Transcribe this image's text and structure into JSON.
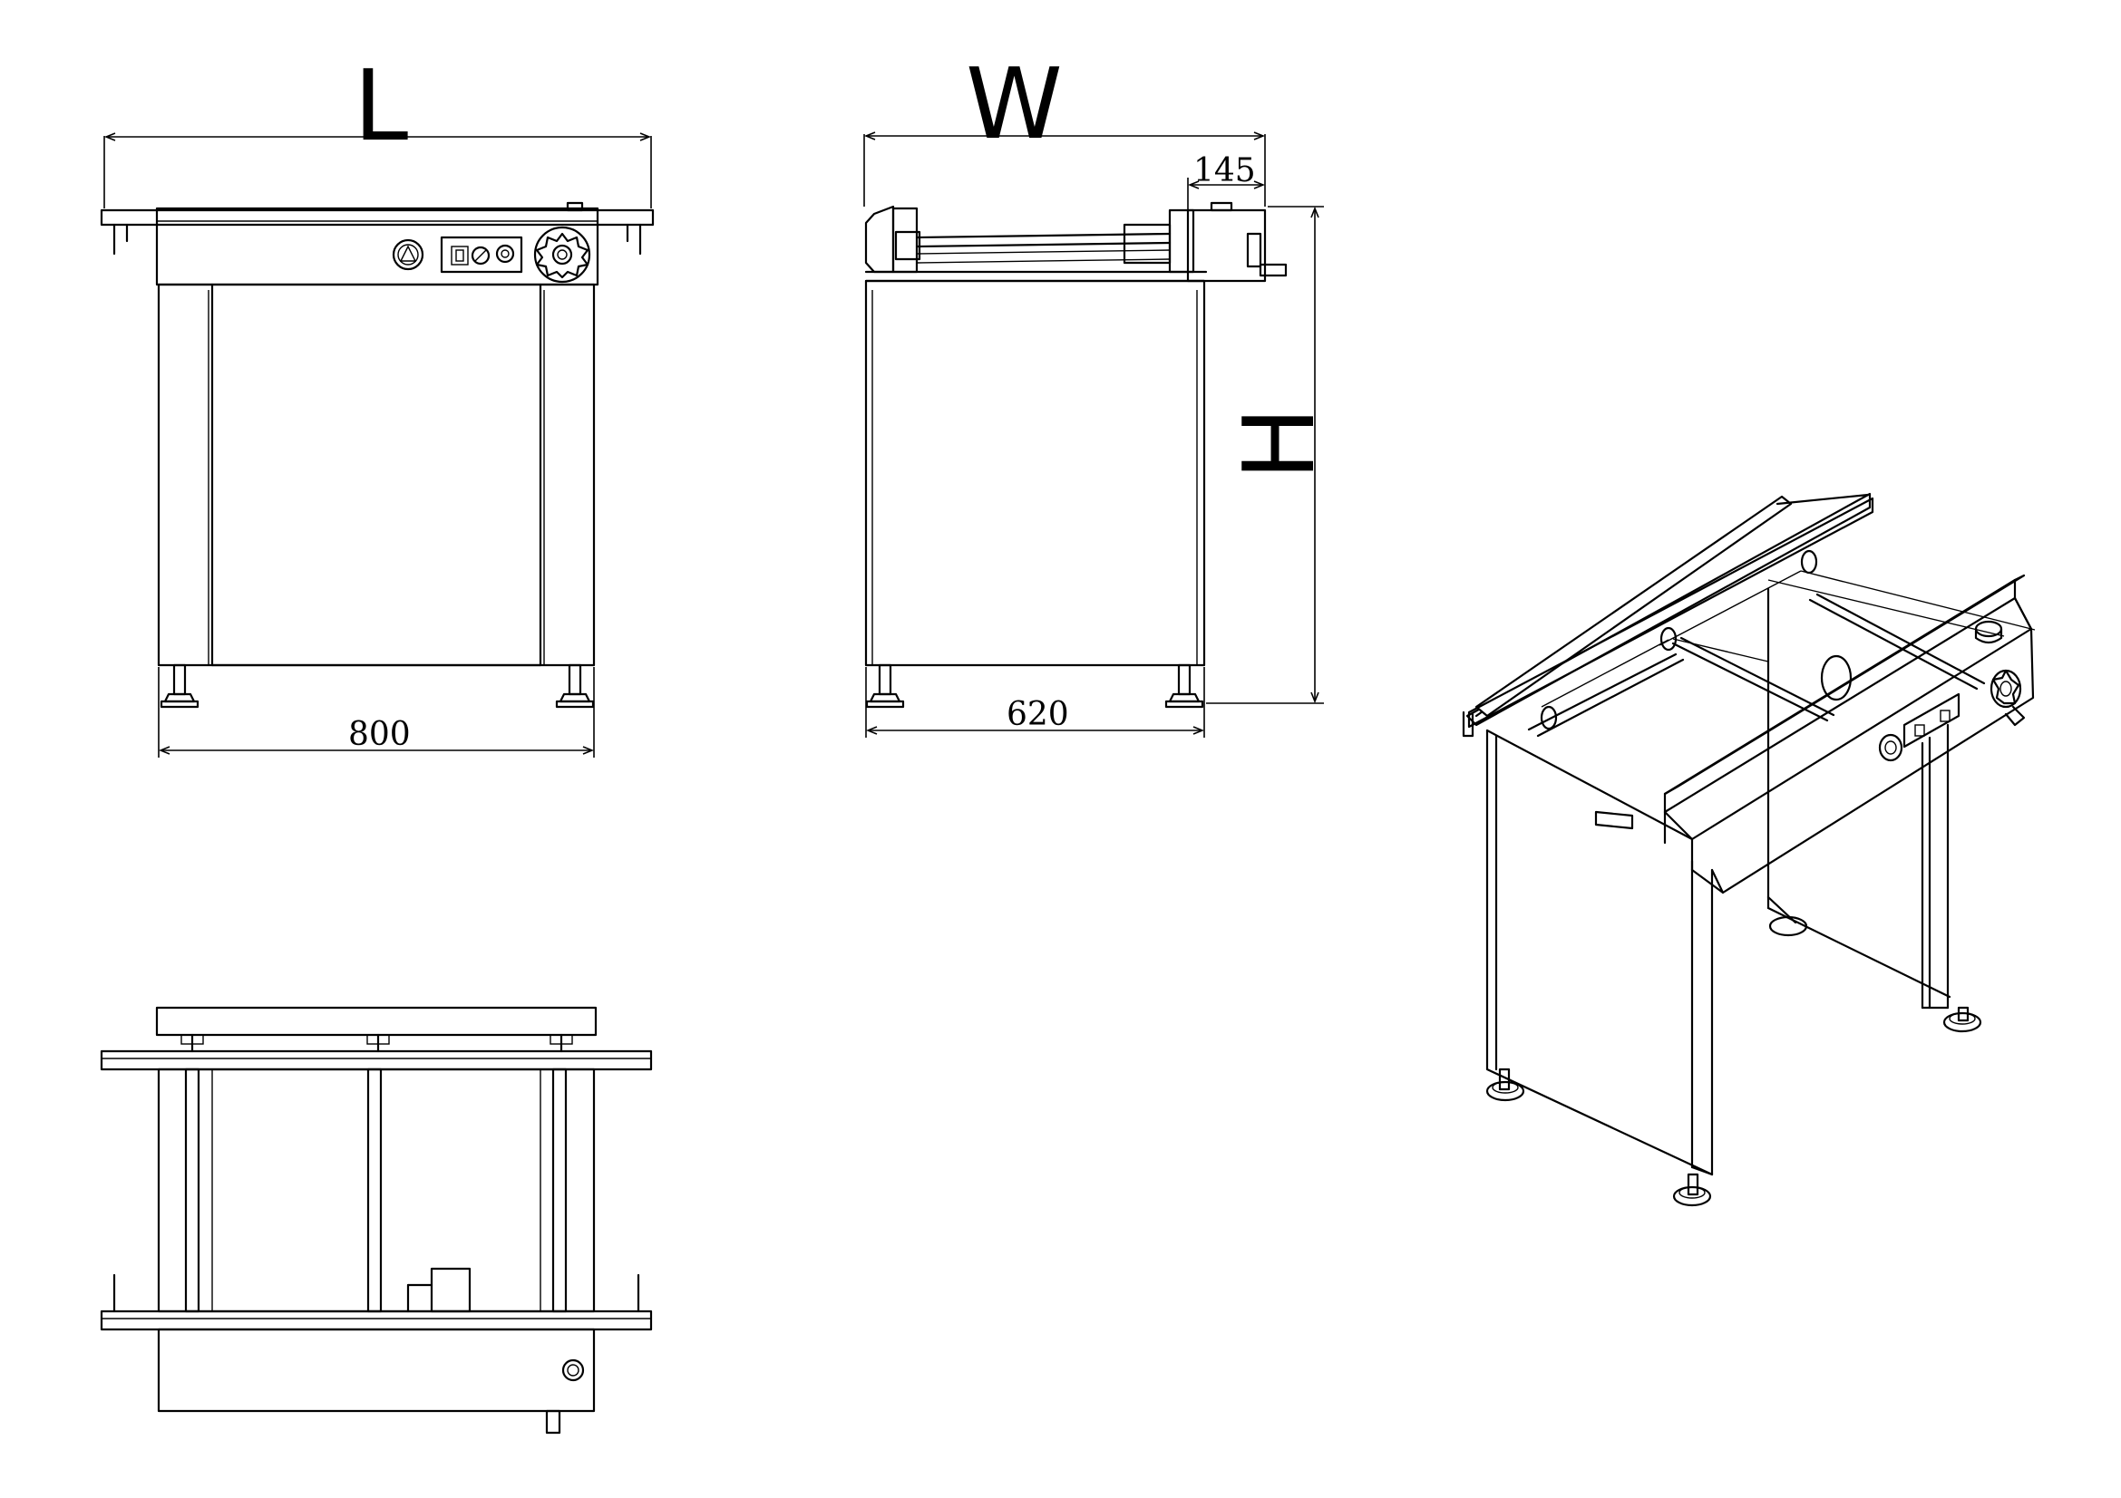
{
  "labels": {
    "length": "L",
    "width": "W",
    "height": "H"
  },
  "dimensions": {
    "overall_length_mm": "800",
    "overall_width_mm": "620",
    "panel_offset_mm": "145"
  },
  "colors": {
    "line": "#000000",
    "background": "#ffffff"
  }
}
